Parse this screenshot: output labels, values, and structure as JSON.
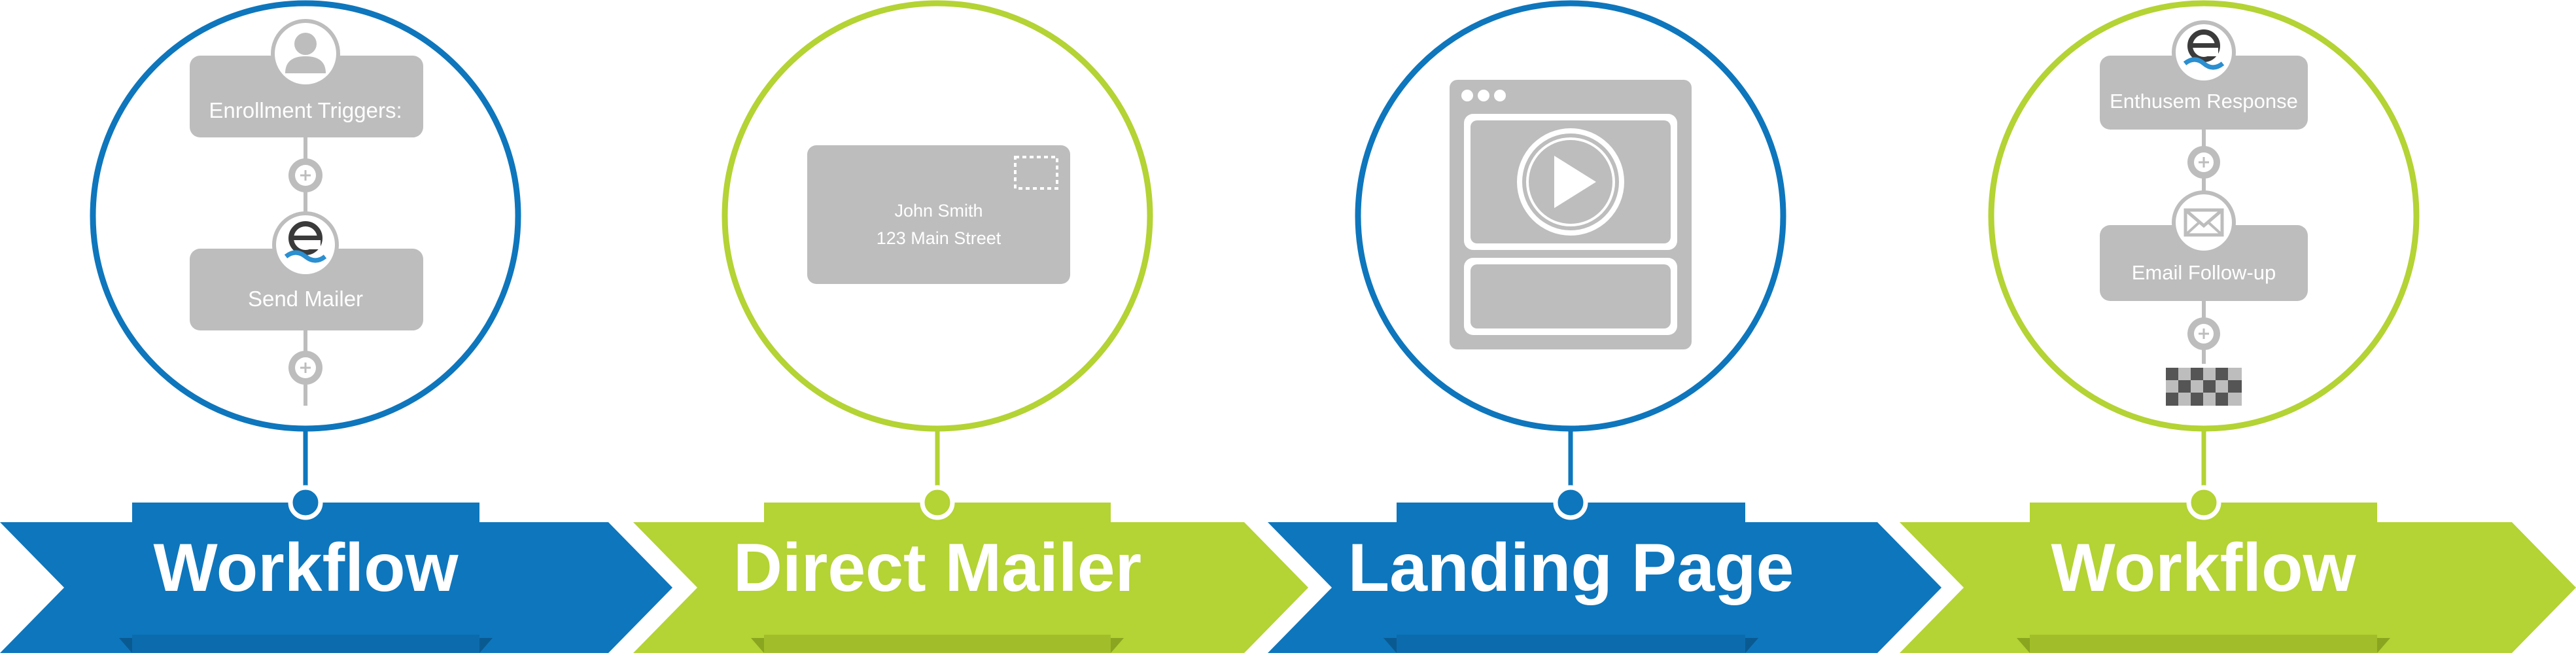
{
  "colors": {
    "blue": "#0e76bc",
    "blue_dark": "#0a5a92",
    "green": "#b4d334",
    "green_dark": "#8aa51f",
    "gray": "#bdbdbd",
    "gray_dark": "#a9a9a9",
    "icon_dark": "#3b3b3b",
    "wave_blue": "#2b8fd0"
  },
  "steps": [
    {
      "label": "Workflow",
      "color": "blue",
      "items": [
        {
          "title": "Enrollment Triggers:",
          "icon": "user-icon"
        },
        {
          "title": "Send Mailer",
          "icon": "enthusem-logo-icon"
        }
      ]
    },
    {
      "label": "Direct Mailer",
      "color": "green",
      "envelope": {
        "name": "John Smith",
        "address": "123 Main Street"
      }
    },
    {
      "label": "Landing Page",
      "color": "blue",
      "browser": {
        "icon": "play-icon"
      }
    },
    {
      "label": "Workflow",
      "color": "green",
      "items": [
        {
          "title": "Enthusem Response",
          "icon": "enthusem-logo-icon"
        },
        {
          "title": "Email Follow-up",
          "icon": "envelope-icon"
        }
      ],
      "end_icon": "checkered-flag-icon"
    }
  ]
}
